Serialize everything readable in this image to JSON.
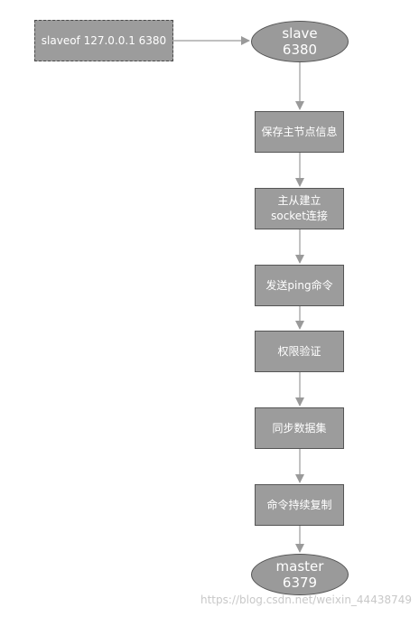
{
  "command": "slaveof 127.0.0.1 6380",
  "slave_node": {
    "line1": "slave",
    "line2": "6380"
  },
  "steps": [
    "保存主节点信息",
    "主从建立socket连接",
    "发送ping命令",
    "权限验证",
    "同步数据集",
    "命令持续复制"
  ],
  "master_node": {
    "line1": "master",
    "line2": "6379"
  },
  "watermark": "https://blog.csdn.net/weixin_44438749",
  "colors": {
    "node_fill": "#9c9c9c",
    "node_border": "#555555",
    "connector": "#9a9a9a",
    "text": "#ffffff"
  }
}
